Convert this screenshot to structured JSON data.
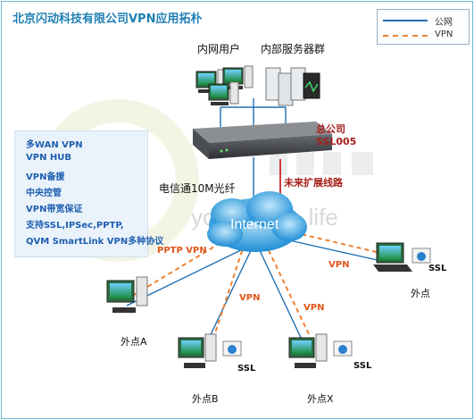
{
  "title": "北京闪动科技有限公司VPN应用拓朴",
  "legend": {
    "public_label": "公网",
    "vpn_label": "VPN",
    "public_color": "#1f6fb4",
    "vpn_color": "#f08030"
  },
  "features": [
    "多WAN VPN",
    "VPN HUB",
    "VPN备援",
    "中央控管",
    "VPN带宽保证",
    "支持SSL,IPSec,PPTP,",
    "QVM SmartLink VPN多种协议"
  ],
  "top_labels": {
    "intranet_users": "内网用户",
    "server_cluster": "内部服务器群"
  },
  "hq": {
    "name": "总公司",
    "model": "SSL005"
  },
  "link_labels": {
    "telecom": "电信通10M光纤",
    "future": "未来扩展线路"
  },
  "internet_label": "Internet",
  "watermark": "your future life",
  "vpn_labels": {
    "pptp": "PPTP VPN",
    "right": "VPN",
    "b": "VPN",
    "x": "VPN"
  },
  "ssl_label": "SSL",
  "branches": {
    "a": "外点A",
    "b": "外点B",
    "x": "外点X",
    "right": "外点"
  }
}
